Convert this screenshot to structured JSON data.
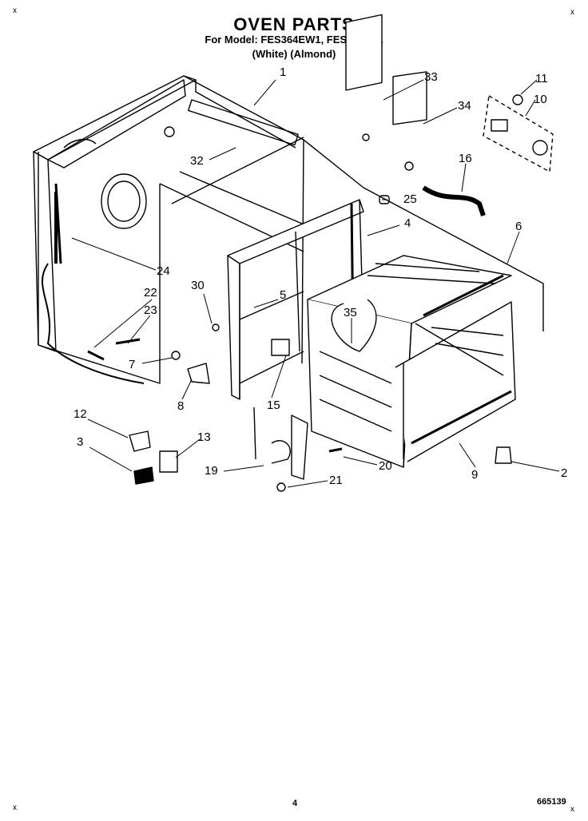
{
  "header": {
    "title": "OVEN PARTS",
    "model_line": "For Model: FES364EW1, FES364EL1",
    "color_line": "(White)    (Almond)"
  },
  "callouts": [
    "1",
    "2",
    "3",
    "4",
    "5",
    "6",
    "7",
    "8",
    "9",
    "10",
    "11",
    "12",
    "13",
    "15",
    "16",
    "19",
    "20",
    "21",
    "22",
    "23",
    "24",
    "25",
    "30",
    "32",
    "33",
    "34",
    "35"
  ],
  "footer": {
    "page_number": "4",
    "diagram_code": "665139"
  },
  "corner_marks": [
    "x",
    "x",
    "x",
    "x"
  ]
}
